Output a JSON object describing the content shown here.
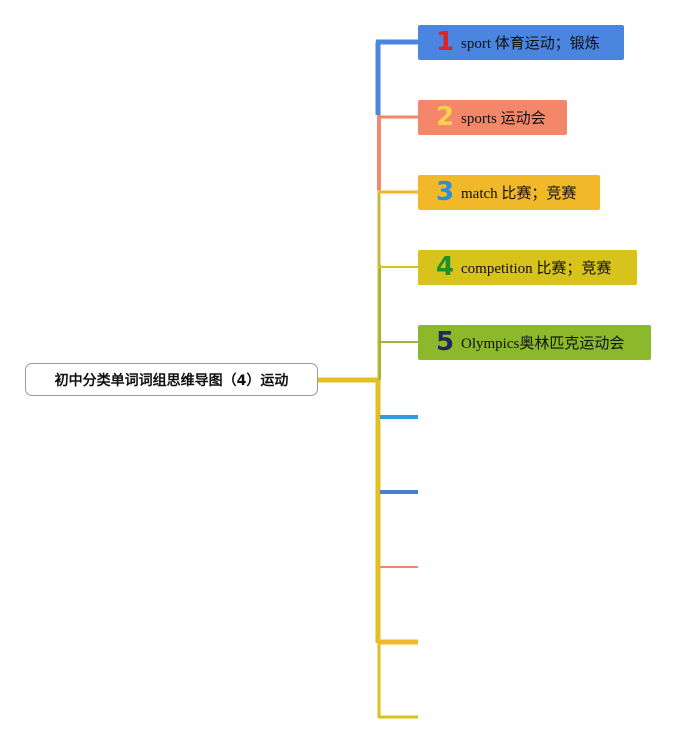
{
  "root": {
    "title": "初中分类单词词组思维导图（4）运动"
  },
  "topics": [
    {
      "number": "1",
      "text": "sport 体育运动；锻炼",
      "bg": "#4a85e0",
      "number_color": "#d9252a"
    },
    {
      "number": "2",
      "text": "sports 运动会",
      "bg": "#f4866a",
      "number_color": "#f7d14a"
    },
    {
      "number": "3",
      "text": "match 比赛；竞赛",
      "bg": "#f1b82a",
      "number_color": "#2a8ed8"
    },
    {
      "number": "4",
      "text": "competition 比赛；竞赛",
      "bg": "#d8c21c",
      "number_color": "#1f8f2a"
    },
    {
      "number": "5",
      "text": "Olympics奥林匹克运动会",
      "bg": "#8cb82c",
      "number_color": "#23265a"
    }
  ],
  "branch_colors": {
    "trunk": "#e2bf22",
    "b1": "#4a85e0",
    "b2": "#f4866a",
    "b3": "#f1b82a",
    "b4": "#d8c21c",
    "b5": "#9ab832",
    "b6": "#2a9ee0",
    "b7": "#4a7ed0",
    "b8": "#f4866a",
    "b9": "#f1b82a",
    "b10": "#d8c21c"
  }
}
